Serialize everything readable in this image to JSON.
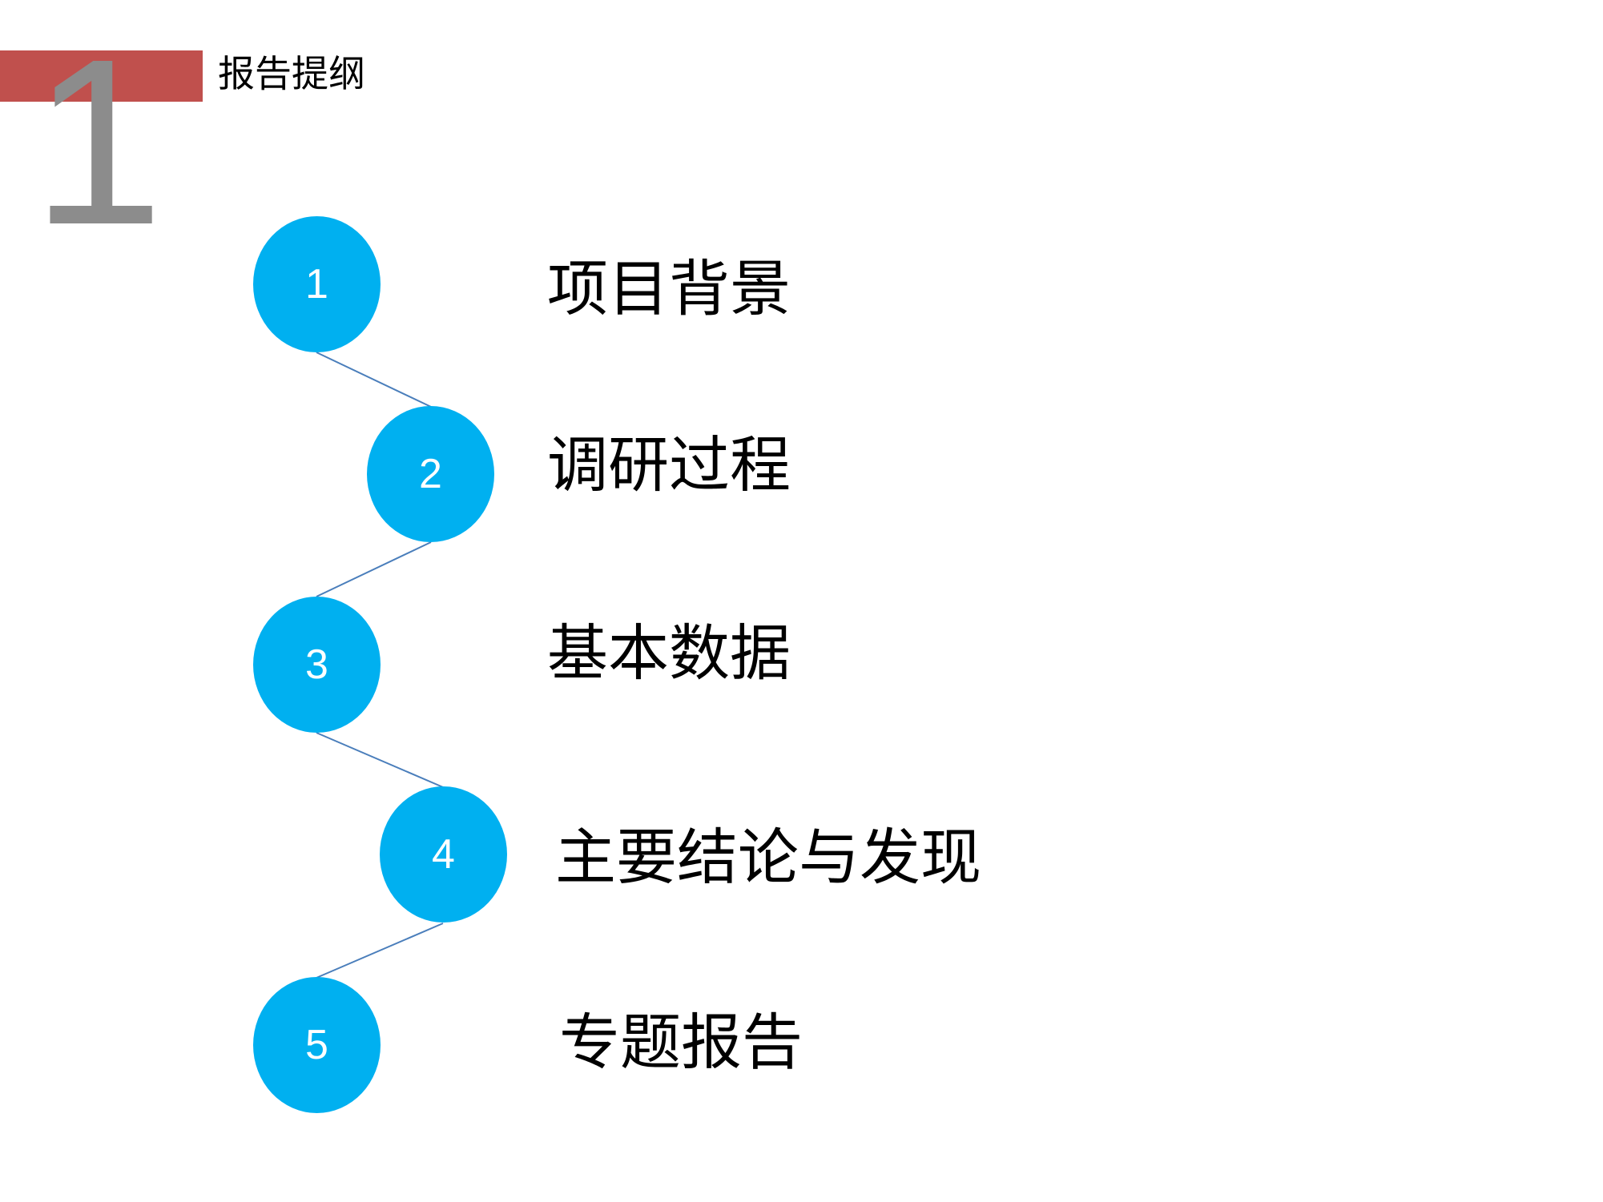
{
  "header": {
    "section_number": "1",
    "title": "报告提纲"
  },
  "colors": {
    "accent_red": "#c0504d",
    "section_number_gray": "#8c8c8c",
    "node_blue": "#00b0f0",
    "connector_blue": "#4a7ebb"
  },
  "outline": [
    {
      "number": "1",
      "label": "项目背景"
    },
    {
      "number": "2",
      "label": "调研过程"
    },
    {
      "number": "3",
      "label": "基本数据"
    },
    {
      "number": "4",
      "label": "主要结论与发现"
    },
    {
      "number": "5",
      "label": "专题报告"
    }
  ]
}
